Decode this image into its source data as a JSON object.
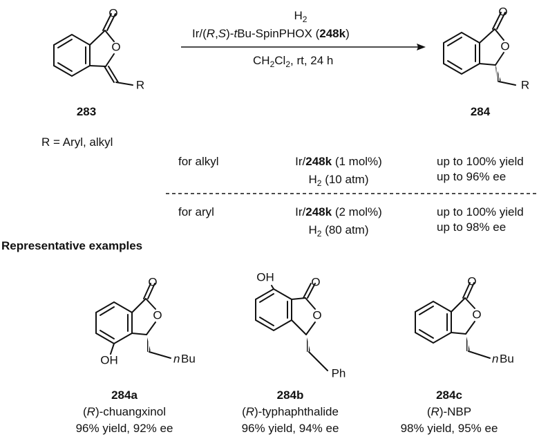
{
  "reaction": {
    "reagent_line1_h": "H",
    "reagent_line1_sub": "2",
    "catalyst_prefix": "Ir/(",
    "catalyst_R": "R",
    "catalyst_comma": ",",
    "catalyst_S": "S",
    "catalyst_mid": ")-",
    "catalyst_t": "t",
    "catalyst_name": "Bu-SpinPHOX (",
    "catalyst_code": "248k",
    "catalyst_close": ")",
    "solvent_ch": "CH",
    "solvent_sub2": "2",
    "solvent_cl": "Cl",
    "solvent_tail": ", rt, 24 h"
  },
  "substrate": {
    "code": "283",
    "r_group_definition": "R = Aryl, alkyl",
    "atom_O_carbonyl": "O",
    "atom_O_ring": "O",
    "atom_R": "R"
  },
  "product": {
    "code": "284",
    "atom_O_carbonyl": "O",
    "atom_O_ring": "O",
    "atom_R": "R"
  },
  "conditions": [
    {
      "substrate_class": "for alkyl",
      "cat_prefix": "Ir/",
      "cat_code": "248k",
      "cat_loading": " (1 mol%)",
      "pressure_h": "H",
      "pressure_sub": "2",
      "pressure_value": " (10 atm)",
      "yield": "up to 100% yield",
      "ee": "up to 96% ee"
    },
    {
      "substrate_class": "for aryl",
      "cat_prefix": "Ir/",
      "cat_code": "248k",
      "cat_loading": " (2 mol%)",
      "pressure_h": "H",
      "pressure_sub": "2",
      "pressure_value": " (80 atm)",
      "yield": "up to 100% yield",
      "ee": "up to 98% ee"
    }
  ],
  "examples_heading": "Representative examples",
  "examples": [
    {
      "code": "284a",
      "name_open": "(",
      "name_R": "R",
      "name_rest": ")-chuangxinol",
      "result": "96% yield, 92% ee",
      "atom_O_carbonyl": "O",
      "atom_O_ring": "O",
      "atom_OH": "OH",
      "atom_n": "n",
      "atom_Bu": "Bu"
    },
    {
      "code": "284b",
      "name_open": "(",
      "name_R": "R",
      "name_rest": ")-typhaphthalide",
      "result": "96% yield, 94% ee",
      "atom_O_carbonyl": "O",
      "atom_O_ring": "O",
      "atom_OH": "OH",
      "atom_Ph": "Ph"
    },
    {
      "code": "284c",
      "name_open": "(",
      "name_R": "R",
      "name_rest": ")-NBP",
      "result": "98% yield, 95% ee",
      "atom_O_carbonyl": "O",
      "atom_O_ring": "O",
      "atom_n": "n",
      "atom_Bu": "Bu"
    }
  ]
}
